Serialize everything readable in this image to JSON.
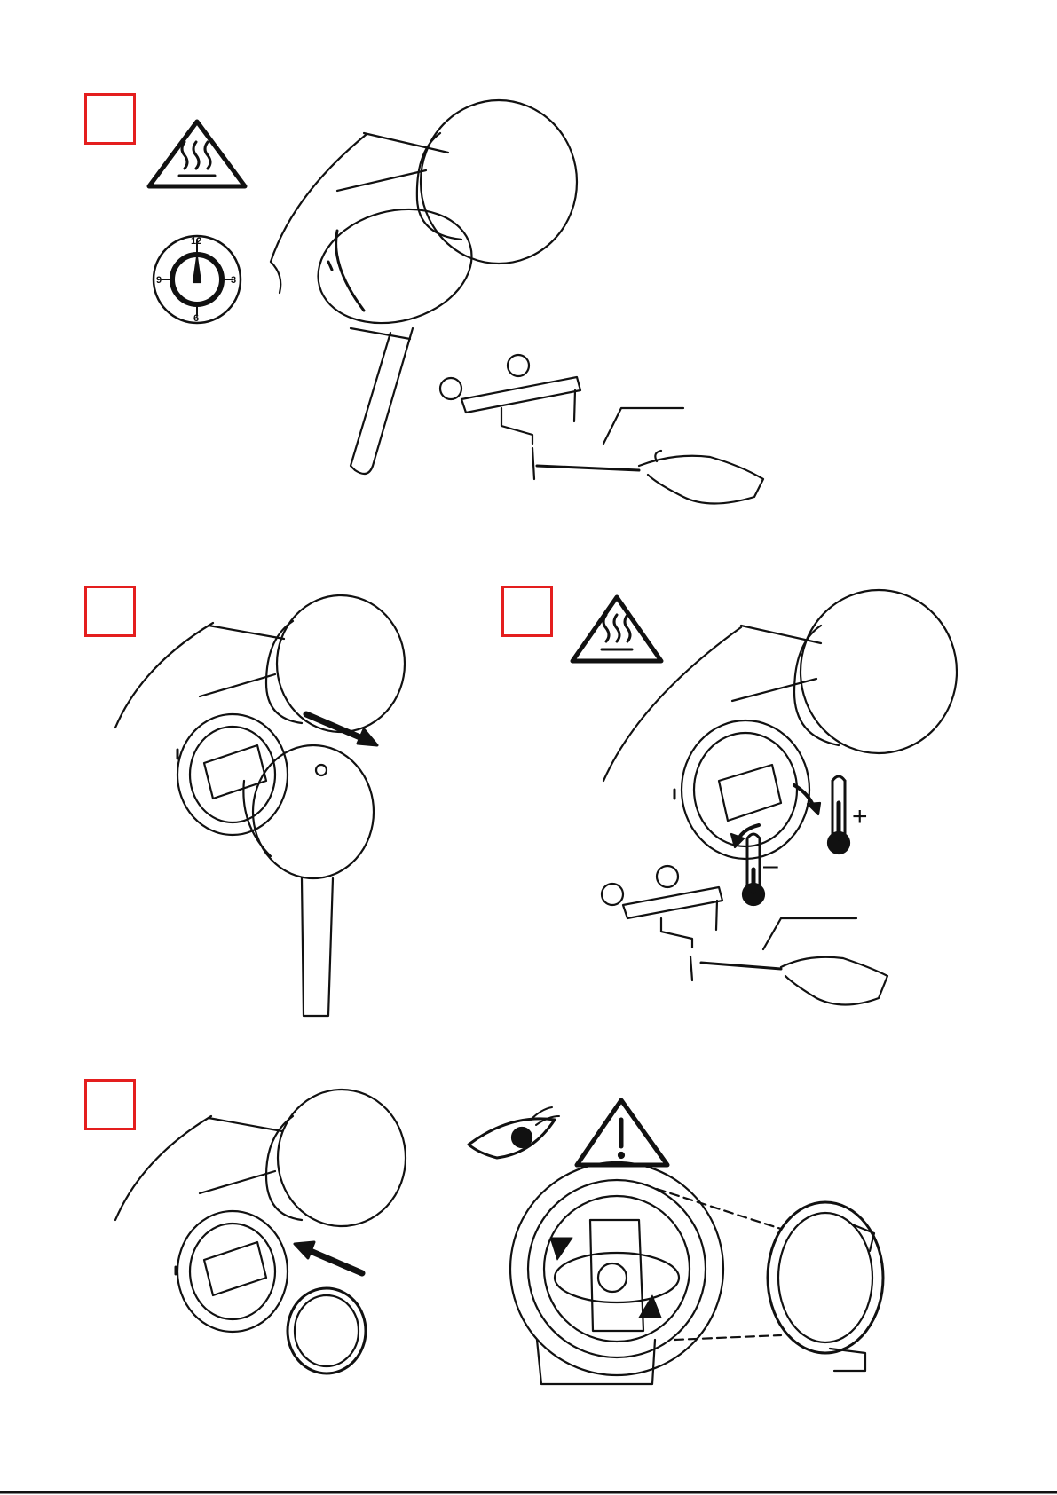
{
  "steps": [
    {
      "id": "step-1",
      "label": ""
    },
    {
      "id": "step-2",
      "label": ""
    },
    {
      "id": "step-3",
      "label": ""
    },
    {
      "id": "step-4",
      "label": ""
    }
  ],
  "clock": {
    "top": "12",
    "right": "3",
    "bottom": "6",
    "left": "9"
  },
  "temperature": {
    "plus": "+",
    "minus": "–"
  },
  "colors": {
    "step_border": "#e41e1e",
    "line": "#111111",
    "background": "#ffffff"
  },
  "icons": [
    "hot-surface-warning-icon",
    "clock-icon",
    "thermometer-icon",
    "eye-icon",
    "caution-warning-icon",
    "arrow-icon"
  ]
}
